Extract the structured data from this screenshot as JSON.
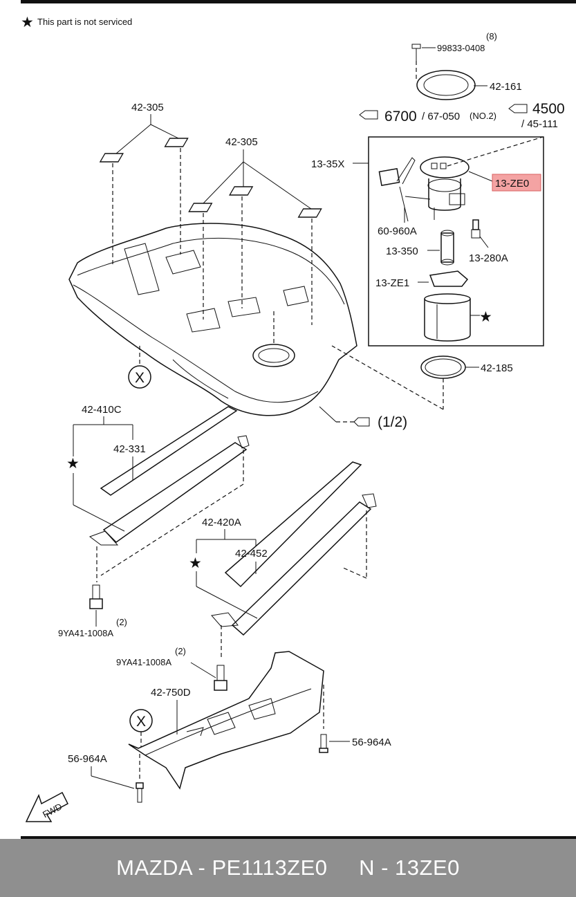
{
  "note": {
    "star": "★",
    "text": "This part is not serviced"
  },
  "callouts": {
    "bolt_qty": "(8)",
    "bolt": "99833-0408",
    "ring_top": "42-161",
    "ref_6700": "6700",
    "ref_67050": "/ 67-050",
    "ref_no2": "(NO.2)",
    "ref_4500": "4500",
    "ref_45111": "/ 45-111",
    "pump_assy": "13-35X",
    "highlighted": "13-ZE0",
    "sender": "60-960A",
    "filter": "13-350",
    "valve": "13-280A",
    "bracket": "13-ZE1",
    "seal": "42-185",
    "pad_left": "42-305",
    "pad_right": "42-305",
    "circle_x": "X",
    "tank_ref": "(1/2)",
    "strap_left": "42-410C",
    "strap_left_pad": "42-331",
    "strap_right": "42-420A",
    "strap_right_pad": "42-452",
    "bolt_left_qty": "(2)",
    "bolt_left": "9YA41-1008A",
    "bolt_mid_qty": "(2)",
    "bolt_mid": "9YA41-1008A",
    "shield": "42-750D",
    "clip_right": "56-964A",
    "clip_left": "56-964A",
    "fwd": "FWD"
  },
  "colors": {
    "highlight": "#f4a3a3",
    "highlight_border": "#d96060",
    "footer_bg": "#8f8f8f",
    "footer_text": "#ffffff"
  },
  "footer": {
    "text": "MAZDA - PE1113ZE0     N - 13ZE0"
  }
}
